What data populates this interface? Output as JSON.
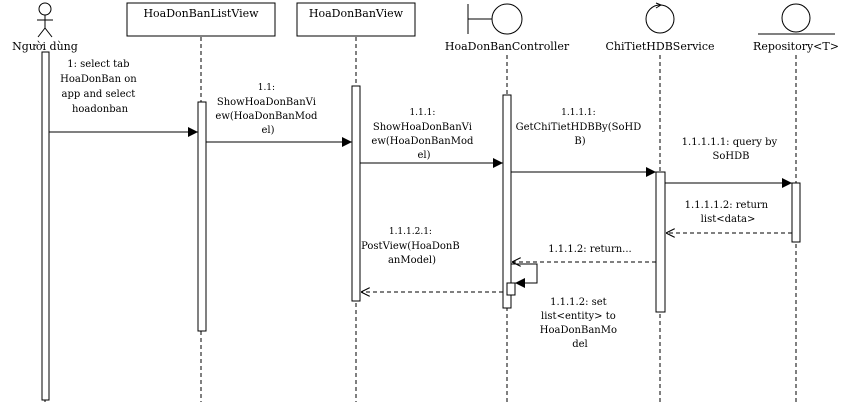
{
  "participants": [
    {
      "label": "Người dùng",
      "kind": "actor"
    },
    {
      "label": "HoaDonBanListView",
      "kind": "box"
    },
    {
      "label": "HoaDonBanView",
      "kind": "box"
    },
    {
      "label": "HoaDonBanController",
      "kind": "boundary"
    },
    {
      "label": "ChiTietHDBService",
      "kind": "control"
    },
    {
      "label": "Repository<T>",
      "kind": "entity"
    }
  ],
  "messages": {
    "m1": [
      "1: select tab",
      "HoaDonBan on",
      "app and select",
      "hoadonban"
    ],
    "m11": [
      "1.1:",
      "ShowHoaDonBanVi",
      "ew(HoaDonBanMod",
      "el)"
    ],
    "m111": [
      "1.1.1:",
      "ShowHoaDonBanVi",
      "ew(HoaDonBanMod",
      "el)"
    ],
    "m1111": [
      "1.1.1.1:",
      "GetChiTietHDBBy(SoHD",
      "B)"
    ],
    "m11111": [
      "1.1.1.1.1: query by",
      "SoHDB"
    ],
    "m11112": [
      "1.1.1.1.2: return",
      "list<data>"
    ],
    "m1112": [
      "1.1.1.2: return..."
    ],
    "m11121": [
      "1.1.1.2.1:",
      "PostView(HoaDonB",
      "anModel)"
    ],
    "m1112b": [
      "1.1.1.2: set",
      "list<entity> to",
      "HoaDonBanMo",
      "del"
    ]
  }
}
